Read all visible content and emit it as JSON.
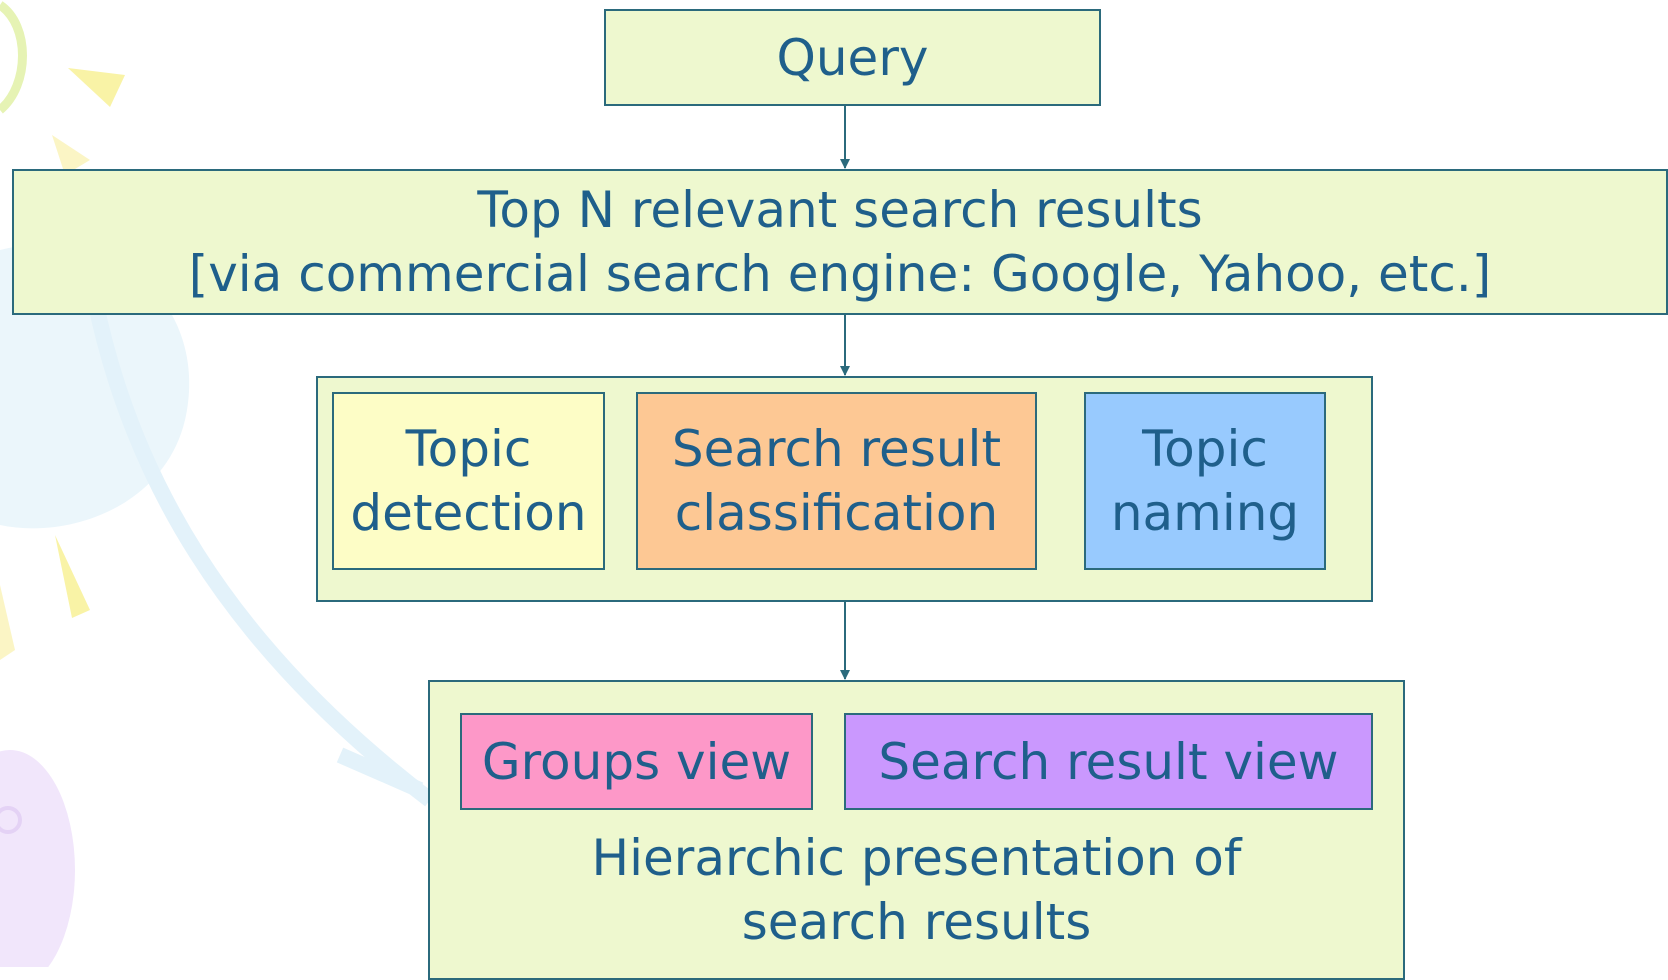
{
  "colors": {
    "text": "#1f5f8b",
    "border": "#2b6a7c",
    "box_fill": "#eef8cf",
    "topic_detection_fill": "#fdfdc6",
    "classification_fill": "#fdc894",
    "naming_fill": "#98cafe",
    "groups_view_fill": "#fd98c8",
    "result_view_fill": "#ca98fe"
  },
  "nodes": {
    "query": {
      "label": "Query"
    },
    "results": {
      "line1": "Top N relevant search results",
      "line2": "[via commercial search engine: Google, Yahoo, etc.]"
    },
    "topic_detection": {
      "line1": "Topic",
      "line2": "detection"
    },
    "classification": {
      "line1": "Search result",
      "line2": "classification"
    },
    "naming": {
      "line1": "Topic",
      "line2": "naming"
    },
    "groups_view": {
      "label": "Groups view"
    },
    "result_view": {
      "label": "Search result view"
    },
    "presentation": {
      "line1": "Hierarchic presentation of",
      "line2": "search results"
    }
  }
}
